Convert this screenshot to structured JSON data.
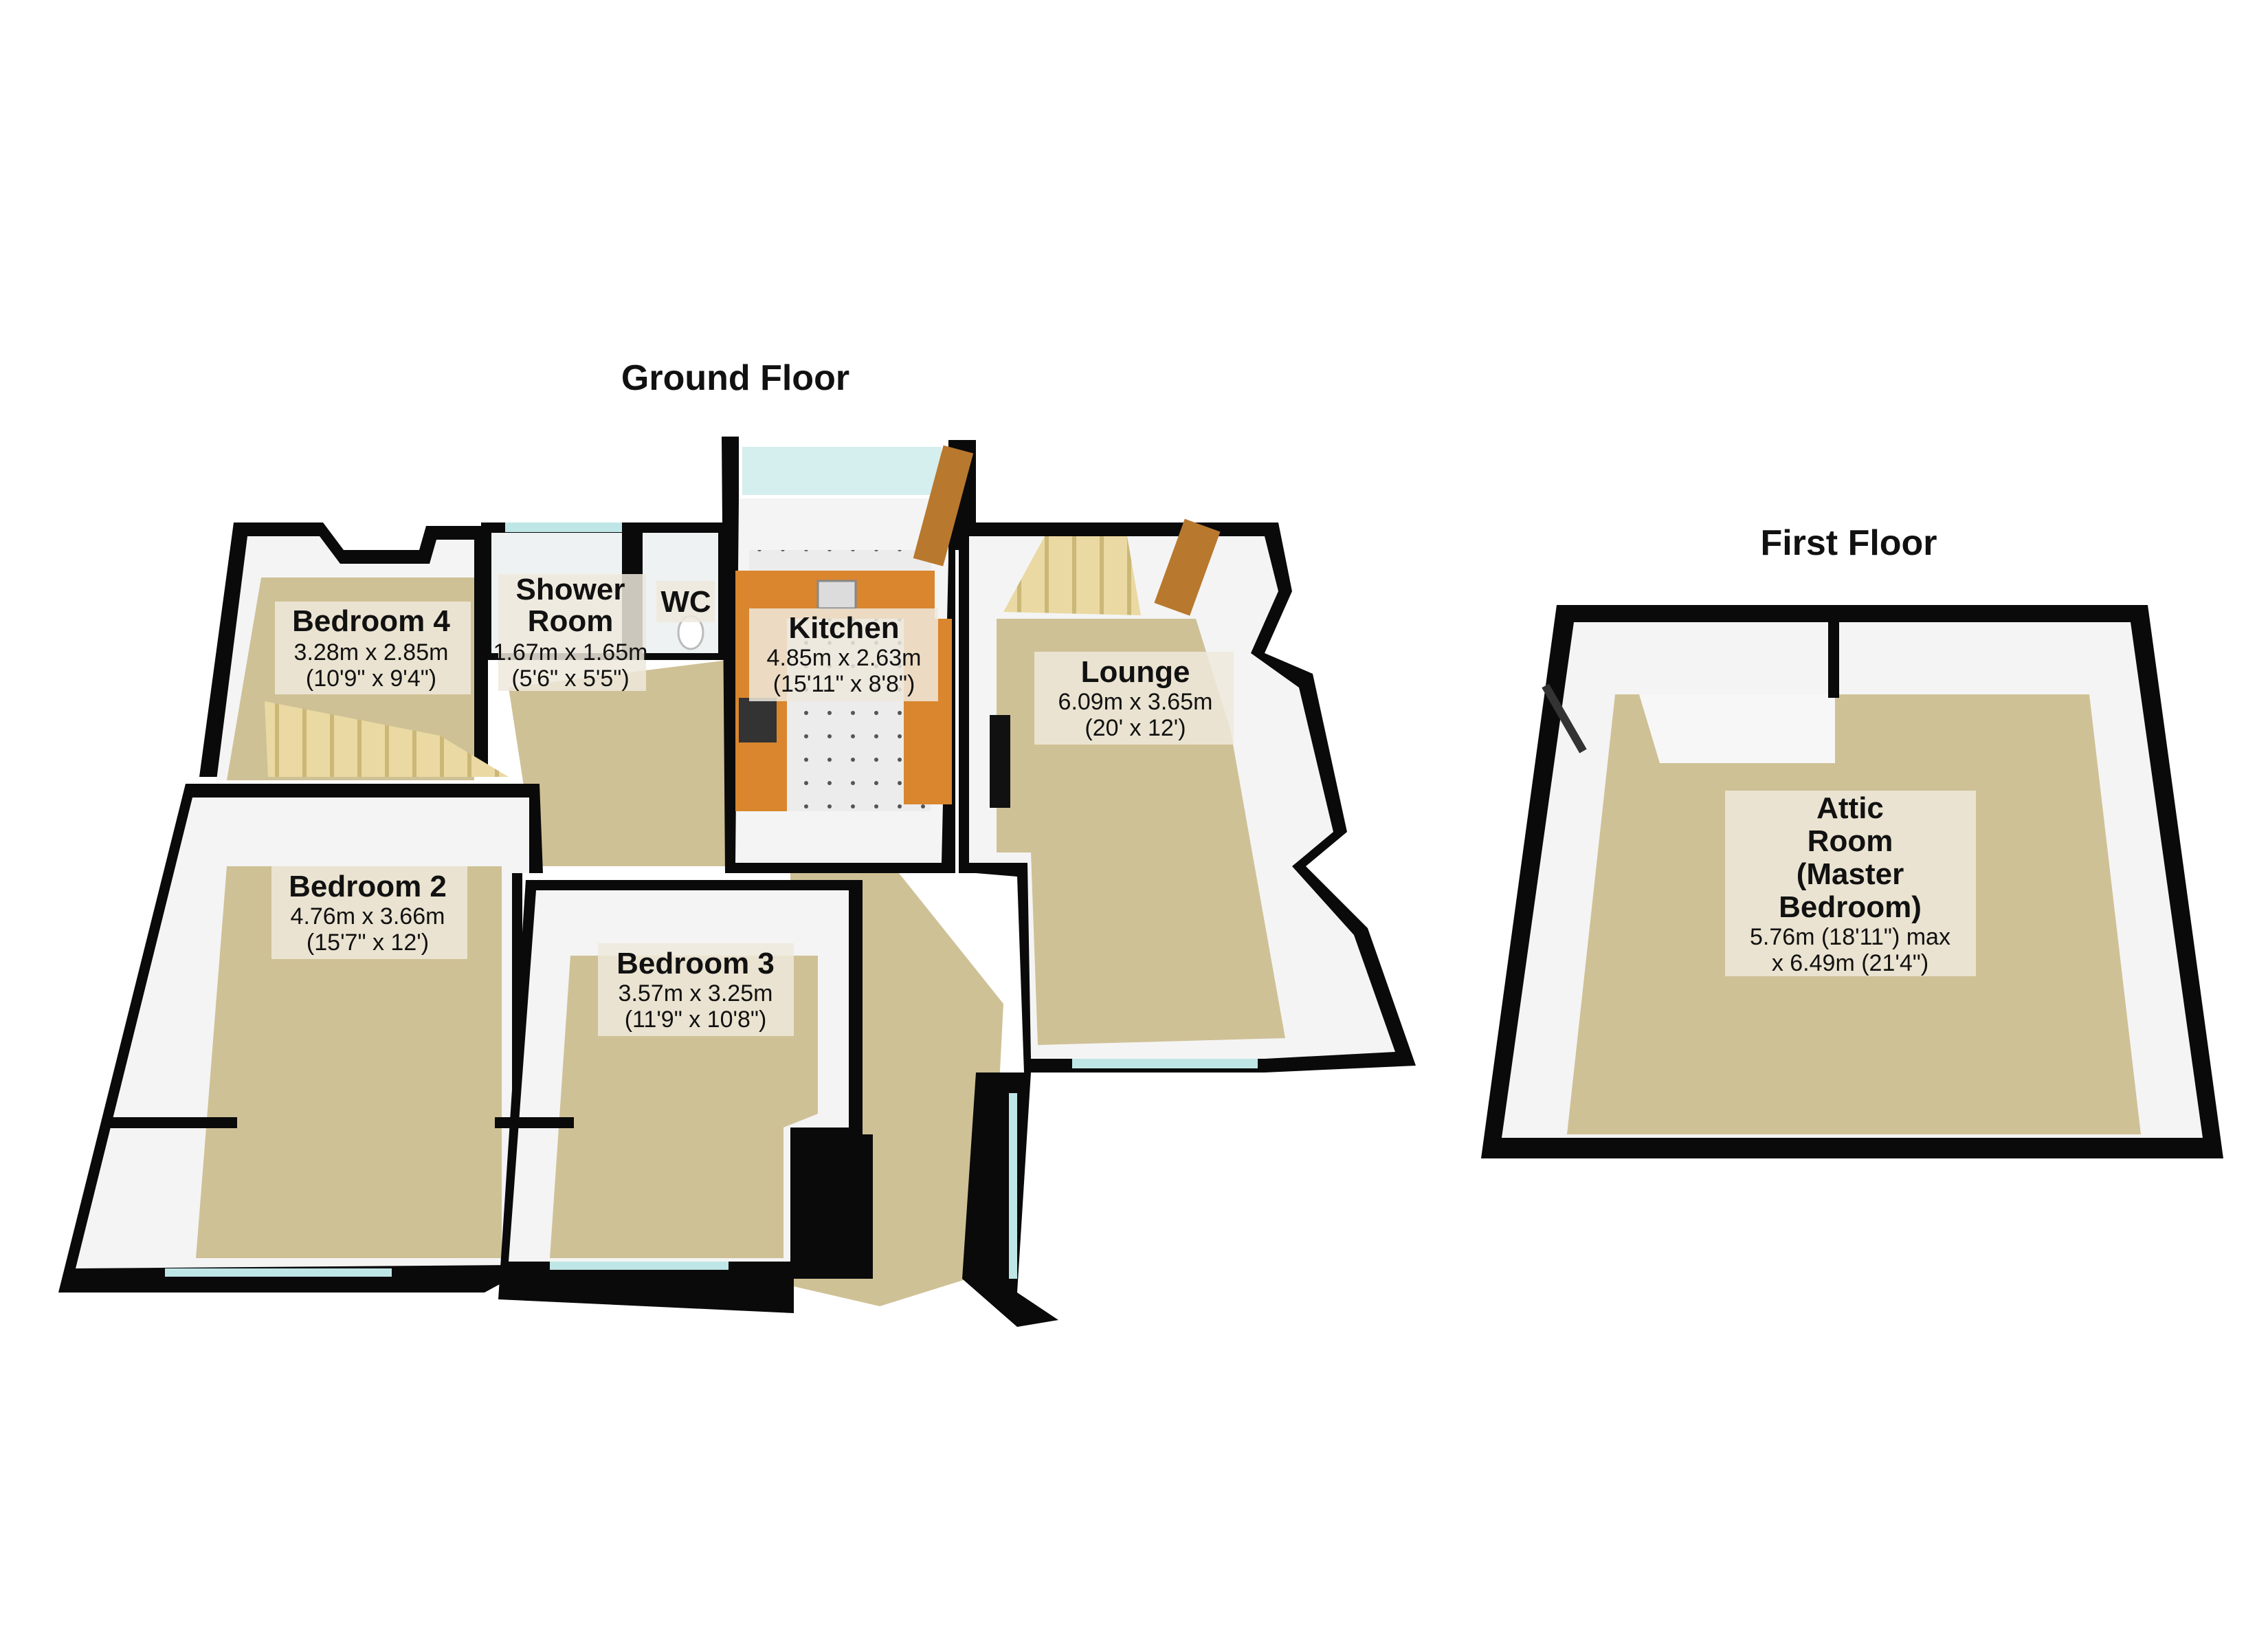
{
  "colors": {
    "carpet": "#cfc196",
    "wall_outer": "#0a0a0a",
    "wall_inner": "#f4f4f4",
    "kitchen_floor": "#e9e9e9",
    "worktop": "#d9862e",
    "window_glass": "#bfe6e6",
    "stairs": "#ead9a2",
    "door": "#b8782e"
  },
  "ground_floor": {
    "title": "Ground Floor",
    "rooms": {
      "bedroom4": {
        "name": "Bedroom 4",
        "metric": "3.28m x 2.85m",
        "imperial": "(10'9\" x 9'4\")"
      },
      "shower": {
        "name_line1": "Shower",
        "name_line2": "Room",
        "metric": "1.67m x 1.65m",
        "imperial": "(5'6\" x 5'5\")"
      },
      "wc": {
        "name": "WC"
      },
      "kitchen": {
        "name": "Kitchen",
        "metric": "4.85m x 2.63m",
        "imperial": "(15'11\" x 8'8\")"
      },
      "lounge": {
        "name": "Lounge",
        "metric": "6.09m x 3.65m",
        "imperial": "(20' x 12')"
      },
      "bedroom2": {
        "name": "Bedroom 2",
        "metric": "4.76m x 3.66m",
        "imperial": "(15'7\" x 12')"
      },
      "bedroom3": {
        "name": "Bedroom 3",
        "metric": "3.57m x 3.25m",
        "imperial": "(11'9\" x 10'8\")"
      }
    }
  },
  "first_floor": {
    "title": "First Floor",
    "rooms": {
      "attic": {
        "name_line1": "Attic",
        "name_line2": "Room",
        "name_line3": "(Master",
        "name_line4": "Bedroom)",
        "dim_line1": "5.76m (18'11\") max",
        "dim_line2": "x 6.49m (21'4\")"
      }
    }
  }
}
